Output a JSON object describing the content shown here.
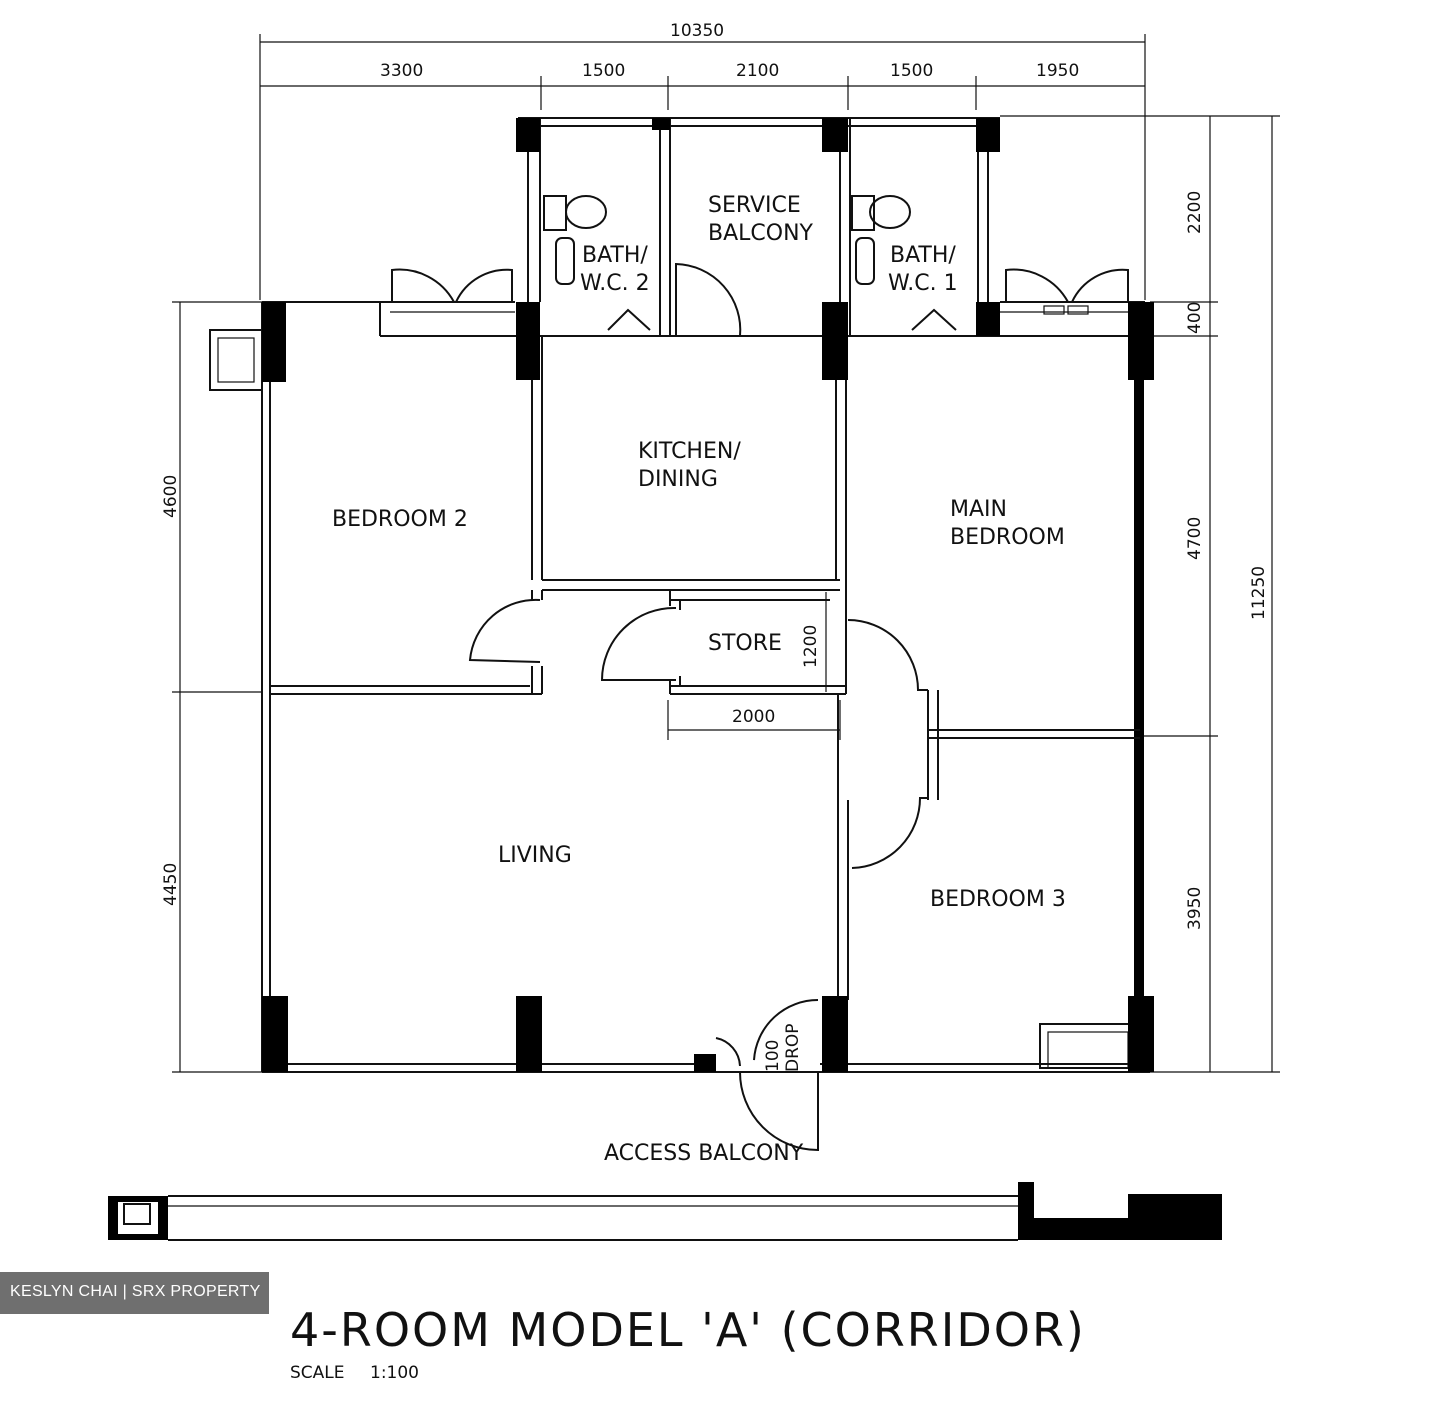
{
  "rooms": {
    "bath2_a": "BATH/",
    "bath2_b": "W.C. 2",
    "service_a": "SERVICE",
    "service_b": "BALCONY",
    "bath1_a": "BATH/",
    "bath1_b": "W.C. 1",
    "kitchen_a": "KITCHEN/",
    "kitchen_b": "DINING",
    "bedroom2": "BEDROOM 2",
    "main_a": "MAIN",
    "main_b": "BEDROOM",
    "store": "STORE",
    "living": "LIVING",
    "bedroom3": "BEDROOM 3",
    "access": "ACCESS BALCONY",
    "refuse_a": "100",
    "refuse_b": "DROP"
  },
  "dimensions": {
    "overall_width": "10350",
    "seg1": "3300",
    "seg2": "1500",
    "seg3": "2100",
    "seg4": "1500",
    "seg5": "1950",
    "left_upper": "4600",
    "left_lower": "4450",
    "right_top": "2200",
    "right_small": "400",
    "right_mid": "4700",
    "right_lower": "3950",
    "overall_height": "11250",
    "store_h": "1200",
    "store_w": "2000"
  },
  "title": "4-ROOM MODEL 'A' (CORRIDOR)",
  "scale_label": "SCALE",
  "scale_value": "1:100",
  "watermark": "KESLYN CHAI | SRX PROPERTY"
}
